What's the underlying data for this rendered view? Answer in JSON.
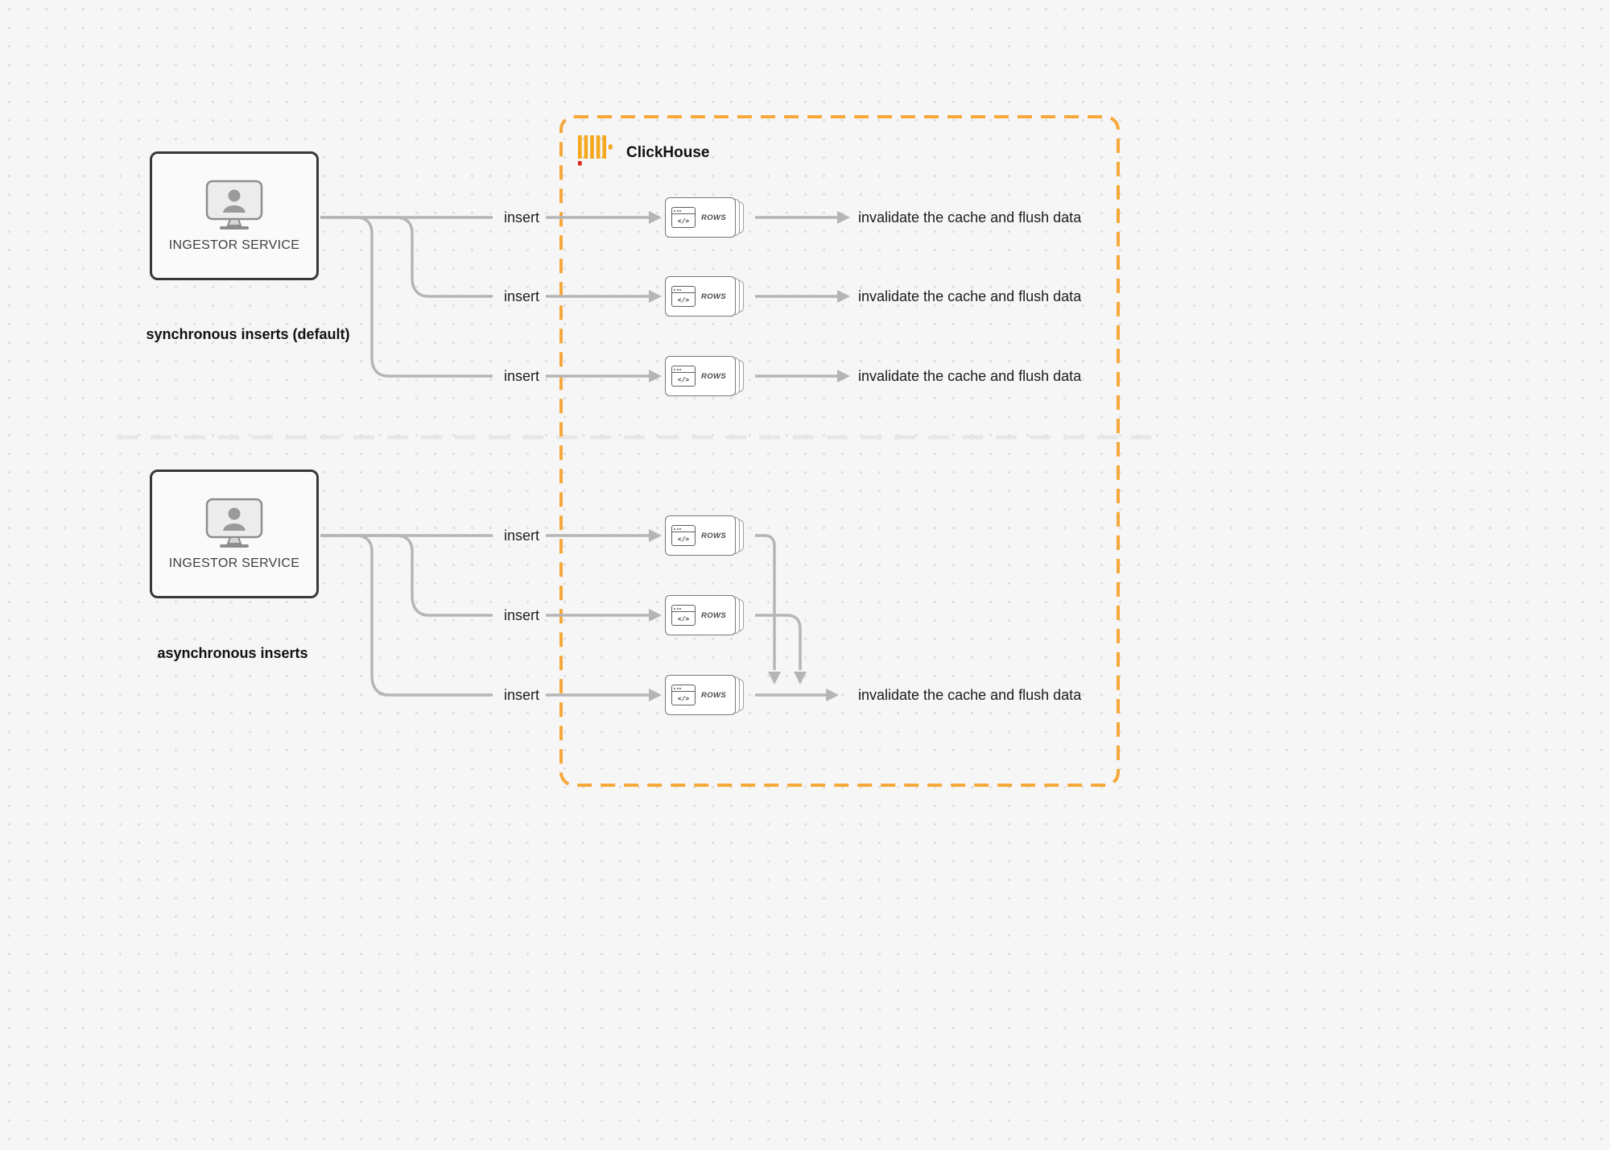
{
  "colors": {
    "background": "#f6f6f7",
    "dot_grid": "#dedede",
    "arrow_gray": "#b5b5b5",
    "divider": "#e7e7e7",
    "box_border": "#383838",
    "text": "#1c1c1c"
  },
  "clickhouse": {
    "title": "ClickHouse",
    "border_color": "#F6A83B",
    "logo_yellow": "#F5A81C",
    "logo_red": "#E0281C"
  },
  "card": {
    "code_glyph": "</>"
  },
  "sections": [
    {
      "service_label": "INGESTOR SERVICE",
      "caption": "synchronous inserts (default)",
      "rows": [
        {
          "insert_label": "insert",
          "card_label": "ROWS",
          "result_label": "invalidate the cache and flush data"
        },
        {
          "insert_label": "insert",
          "card_label": "ROWS",
          "result_label": "invalidate the cache and flush data"
        },
        {
          "insert_label": "insert",
          "card_label": "ROWS",
          "result_label": "invalidate the cache and flush data"
        }
      ]
    },
    {
      "service_label": "INGESTOR SERVICE",
      "caption": "asynchronous inserts",
      "rows": [
        {
          "insert_label": "insert",
          "card_label": "ROWS"
        },
        {
          "insert_label": "insert",
          "card_label": "ROWS"
        },
        {
          "insert_label": "insert",
          "card_label": "ROWS",
          "result_label": "invalidate the cache and flush data"
        }
      ]
    }
  ]
}
